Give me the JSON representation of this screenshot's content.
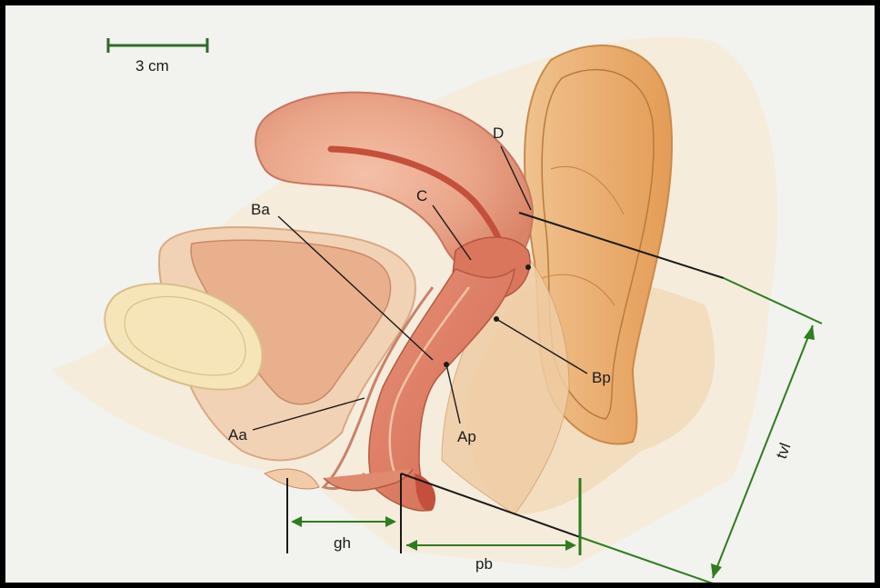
{
  "scale_bar": {
    "label": "3 cm"
  },
  "labels": {
    "D": "D",
    "C": "C",
    "Ba": "Ba",
    "Bp": "Bp",
    "Aa": "Aa",
    "Ap": "Ap",
    "gh": "gh",
    "pb": "pb",
    "tvl": "tvl"
  },
  "colors": {
    "background": "#f2f2ee",
    "tissue_light": "#f5e3c6",
    "tissue_mid": "#efc9a0",
    "rectum": "#e9a862",
    "uterus": "#e39a80",
    "vagina": "#d9765c",
    "canal": "#c4503c",
    "measure_line": "#2e7d1e"
  }
}
